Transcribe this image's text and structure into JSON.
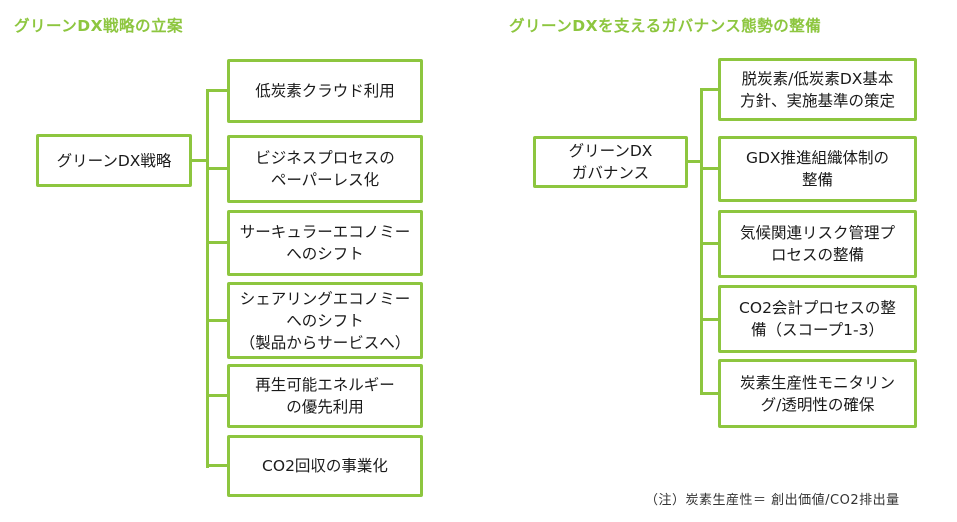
{
  "colors": {
    "green": "#8DC63F",
    "text": "#1a1a1a",
    "note": "#333333",
    "bg": "#ffffff"
  },
  "left_tree": {
    "title": "グリーンDX戦略の立案",
    "root_label": "グリーンDX戦略",
    "children": [
      "低炭素クラウド利用",
      "ビジネスプロセスの\nペーパーレス化",
      "サーキュラーエコノミー\nへのシフト",
      "シェアリングエコノミー\nへのシフト\n（製品からサービスへ）",
      "再生可能エネルギー\nの優先利用",
      "CO2回収の事業化"
    ]
  },
  "right_tree": {
    "title": "グリーンDXを支えるガバナンス態勢の整備",
    "root_label": "グリーンDX\nガバナンス",
    "children": [
      "脱炭素/低炭素DX基本\n方針、実施基準の策定",
      "GDX推進組織体制の\n整備",
      "気候関連リスク管理プ\nロセスの整備",
      "CO2会計プロセスの整\n備（スコープ1-3）",
      "炭素生産性モニタリン\nグ/透明性の確保"
    ]
  },
  "footnote": "（注）炭素生産性＝ 創出価値/CO2排出量"
}
